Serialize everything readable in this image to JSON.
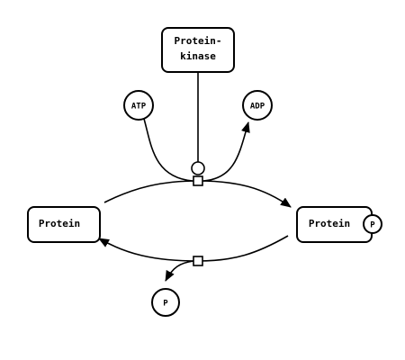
{
  "colors": {
    "stroke": "#000000",
    "fill": "#ffffff",
    "text": "#000000"
  },
  "nodes": {
    "kinase": {
      "line1": "Protein-",
      "line2": "kinase"
    },
    "protein": {
      "label": "Protein"
    },
    "protein_p": {
      "label": "Protein",
      "badge": "P"
    },
    "atp": {
      "label": "ATP"
    },
    "adp": {
      "label": "ADP"
    },
    "phosphate": {
      "label": "P"
    }
  }
}
